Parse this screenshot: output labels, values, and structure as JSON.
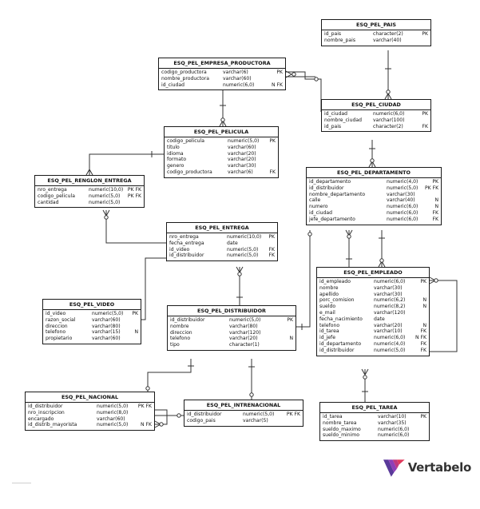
{
  "tables": [
    {
      "key": "pais",
      "title": "ESQ_PEL_PAIS",
      "rows": [
        {
          "name": "id_pais",
          "type": "character(2)",
          "key": "PK"
        },
        {
          "name": "nombre_pais",
          "type": "varchar(40)",
          "key": ""
        }
      ]
    },
    {
      "key": "empresa",
      "title": "ESQ_PEL_EMPRESA_PRODUCTORA",
      "rows": [
        {
          "name": "codigo_productora",
          "type": "varchar(6)",
          "key": "PK"
        },
        {
          "name": "nombre_productora",
          "type": "varchar(60)",
          "key": ""
        },
        {
          "name": "id_ciudad",
          "type": "numeric(6,0)",
          "key": "N FK"
        }
      ]
    },
    {
      "key": "ciudad",
      "title": "ESQ_PEL_CIUDAD",
      "rows": [
        {
          "name": "id_ciudad",
          "type": "numeric(6,0)",
          "key": "PK"
        },
        {
          "name": "nombre_ciudad",
          "type": "varchar(100)",
          "key": ""
        },
        {
          "name": "id_pais",
          "type": "character(2)",
          "key": "FK"
        }
      ]
    },
    {
      "key": "pelicula",
      "title": "ESQ_PEL_PELICULA",
      "rows": [
        {
          "name": "codigo_pelicula",
          "type": "numeric(5,0)",
          "key": "PK"
        },
        {
          "name": "titulo",
          "type": "varchar(60)",
          "key": ""
        },
        {
          "name": "idioma",
          "type": "varchar(20)",
          "key": ""
        },
        {
          "name": "formato",
          "type": "varchar(20)",
          "key": ""
        },
        {
          "name": "genero",
          "type": "varchar(30)",
          "key": ""
        },
        {
          "name": "codigo_productora",
          "type": "varchar(6)",
          "key": "FK"
        }
      ]
    },
    {
      "key": "departamento",
      "title": "ESQ_PEL_DEPARTAMENTO",
      "rows": [
        {
          "name": "id_departamento",
          "type": "numeric(4,0)",
          "key": "PK"
        },
        {
          "name": "id_distribuidor",
          "type": "numeric(5,0)",
          "key": "PK FK"
        },
        {
          "name": "nombre_departamento",
          "type": "varchar(30)",
          "key": ""
        },
        {
          "name": "calle",
          "type": "varchar(40)",
          "key": "N"
        },
        {
          "name": "numero",
          "type": "numeric(6,0)",
          "key": "N"
        },
        {
          "name": "id_ciudad",
          "type": "numeric(6,0)",
          "key": "FK"
        },
        {
          "name": "jefe_departamento",
          "type": "numeric(6,0)",
          "key": "FK"
        }
      ]
    },
    {
      "key": "renglon",
      "title": "ESQ_PEL_RENGLON_ENTREGA",
      "rows": [
        {
          "name": "nro_entrega",
          "type": "numeric(10,0)",
          "key": "PK FK"
        },
        {
          "name": "codigo_pelicula",
          "type": "numeric(5,0)",
          "key": "PK FK"
        },
        {
          "name": "cantidad",
          "type": "numeric(5,0)",
          "key": ""
        }
      ]
    },
    {
      "key": "entrega",
      "title": "ESQ_PEL_ENTREGA",
      "rows": [
        {
          "name": "nro_entrega",
          "type": "numeric(10,0)",
          "key": "PK"
        },
        {
          "name": "fecha_entrega",
          "type": "date",
          "key": ""
        },
        {
          "name": "id_video",
          "type": "numeric(5,0)",
          "key": "FK"
        },
        {
          "name": "id_distribuidor",
          "type": "numeric(5,0)",
          "key": "FK"
        }
      ]
    },
    {
      "key": "empleado",
      "title": "ESQ_PEL_EMPLEADO",
      "rows": [
        {
          "name": "id_empleado",
          "type": "numeric(6,0)",
          "key": "PK"
        },
        {
          "name": "nombre",
          "type": "varchar(30)",
          "key": ""
        },
        {
          "name": "apellido",
          "type": "varchar(30)",
          "key": ""
        },
        {
          "name": "porc_comision",
          "type": "numeric(6,2)",
          "key": "N"
        },
        {
          "name": "sueldo",
          "type": "numeric(8,2)",
          "key": "N"
        },
        {
          "name": "e_mail",
          "type": "varchar(120)",
          "key": ""
        },
        {
          "name": "fecha_nacimiento",
          "type": "date",
          "key": ""
        },
        {
          "name": "telefono",
          "type": "varchar(20)",
          "key": "N"
        },
        {
          "name": "id_tarea",
          "type": "varchar(10)",
          "key": "FK"
        },
        {
          "name": "id_jefe",
          "type": "numeric(6,0)",
          "key": "N FK"
        },
        {
          "name": "id_departamento",
          "type": "numeric(4,0)",
          "key": "FK"
        },
        {
          "name": "id_distribuidor",
          "type": "numeric(5,0)",
          "key": "FK"
        }
      ]
    },
    {
      "key": "video",
      "title": "ESQ_PEL_VIDEO",
      "rows": [
        {
          "name": "id_video",
          "type": "numeric(5,0)",
          "key": "PK"
        },
        {
          "name": "razon_social",
          "type": "varchar(60)",
          "key": ""
        },
        {
          "name": "direccion",
          "type": "varchar(80)",
          "key": ""
        },
        {
          "name": "telefono",
          "type": "varchar(15)",
          "key": "N"
        },
        {
          "name": "propietario",
          "type": "varchar(60)",
          "key": ""
        }
      ]
    },
    {
      "key": "distribuidor",
      "title": "ESQ_PEL_DISTRIBUIDOR",
      "rows": [
        {
          "name": "id_distribuidor",
          "type": "numeric(5,0)",
          "key": "PK"
        },
        {
          "name": "nombre",
          "type": "varchar(80)",
          "key": ""
        },
        {
          "name": "direccion",
          "type": "varchar(120)",
          "key": ""
        },
        {
          "name": "telefono",
          "type": "varchar(20)",
          "key": "N"
        },
        {
          "name": "tipo",
          "type": "character(1)",
          "key": ""
        }
      ]
    },
    {
      "key": "nacional",
      "title": "ESQ_PEL_NACIONAL",
      "rows": [
        {
          "name": "id_distribuidor",
          "type": "numeric(5,0)",
          "key": "PK FK"
        },
        {
          "name": "nro_inscripcion",
          "type": "numeric(8,0)",
          "key": ""
        },
        {
          "name": "encargado",
          "type": "varchar(60)",
          "key": ""
        },
        {
          "name": "id_distrib_mayorista",
          "type": "numeric(5,0)",
          "key": "N FK"
        }
      ]
    },
    {
      "key": "internacional",
      "title": "ESQ_PEL_INTRENACIONAL",
      "rows": [
        {
          "name": "id_distribuidor",
          "type": "numeric(5,0)",
          "key": "PK FK"
        },
        {
          "name": "codigo_pais",
          "type": "varchar(5)",
          "key": ""
        }
      ]
    },
    {
      "key": "tarea",
      "title": "ESQ_PEL_TAREA",
      "rows": [
        {
          "name": "id_tarea",
          "type": "varchar(10)",
          "key": "PK"
        },
        {
          "name": "nombre_tarea",
          "type": "varchar(35)",
          "key": ""
        },
        {
          "name": "sueldo_maximo",
          "type": "numeric(6,0)",
          "key": ""
        },
        {
          "name": "sueldo_minimo",
          "type": "numeric(6,0)",
          "key": ""
        }
      ]
    }
  ],
  "logo": {
    "text": "Vertabelo",
    "icon": "vertabelo-logo-icon",
    "color": "#8e3fb8"
  },
  "line_color": "#333333"
}
